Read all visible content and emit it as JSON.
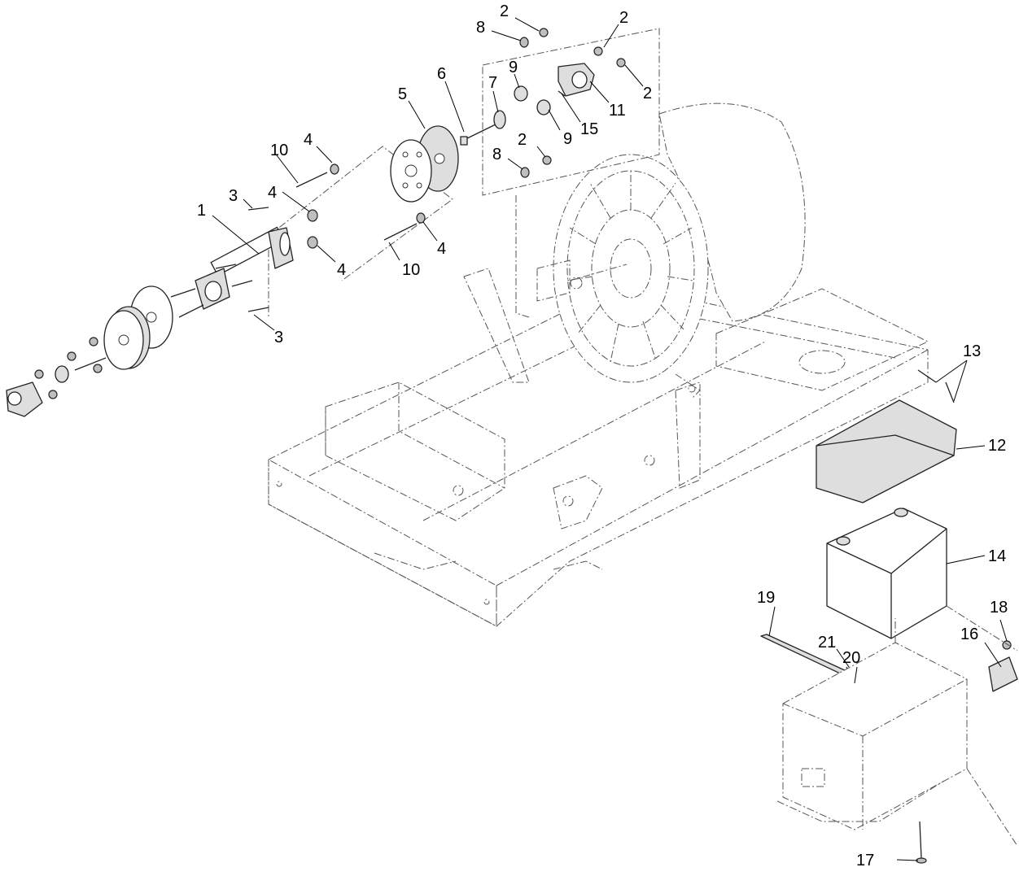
{
  "callouts": {
    "c1": "1",
    "c2a": "2",
    "c2b": "2",
    "c2c": "2",
    "c2d": "2",
    "c3a": "3",
    "c3b": "3",
    "c4a": "4",
    "c4b": "4",
    "c4c": "4",
    "c4d": "4",
    "c5": "5",
    "c6": "6",
    "c7": "7",
    "c8a": "8",
    "c8b": "8",
    "c9a": "9",
    "c9b": "9",
    "c10a": "10",
    "c10b": "10",
    "c11": "11",
    "c12": "12",
    "c13": "13",
    "c14": "14",
    "c15": "15",
    "c16": "16",
    "c17": "17",
    "c18": "18",
    "c19": "19",
    "c20": "20",
    "c21": "21"
  }
}
